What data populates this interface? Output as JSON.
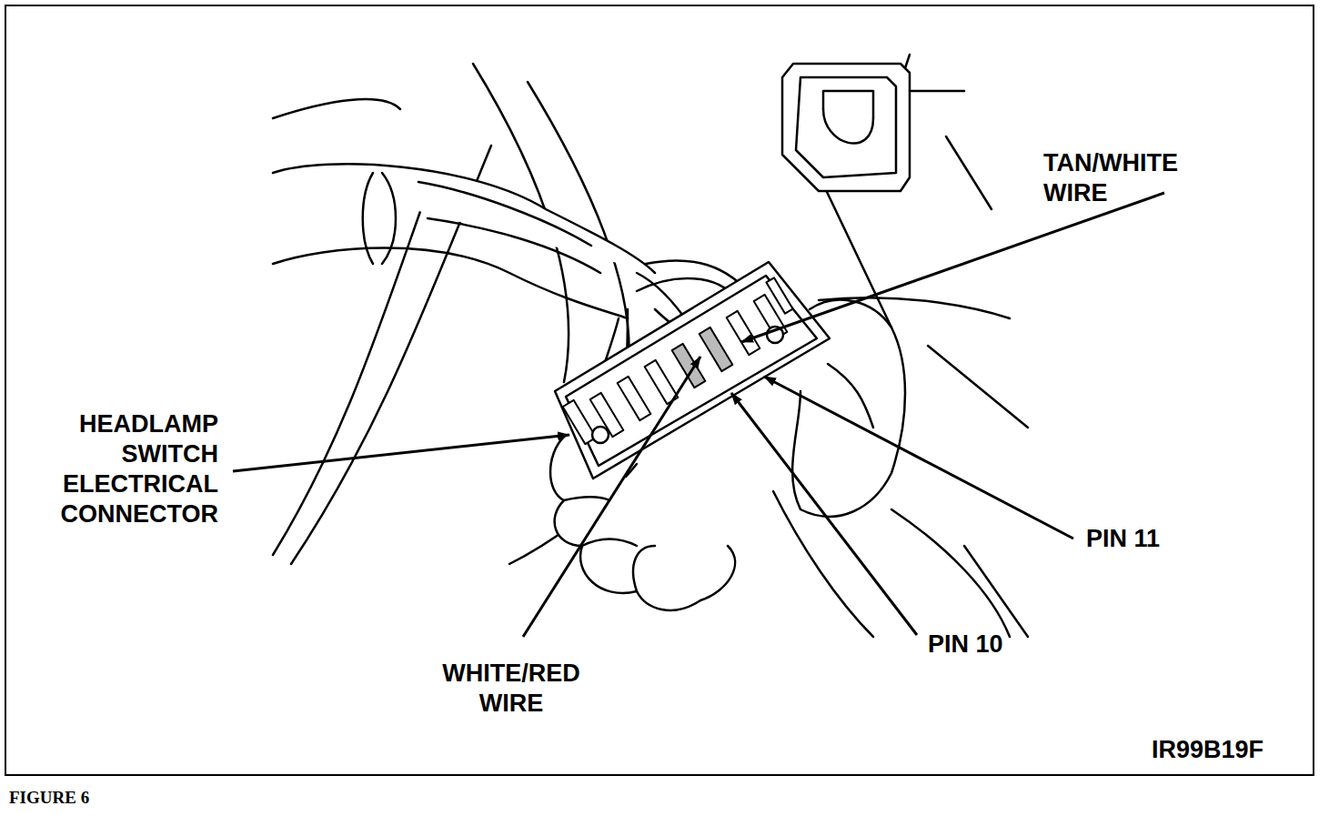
{
  "diagram": {
    "caption": "FIGURE 6",
    "labels": [
      "TAN/WHITE WIRE",
      "HEADLAMP SWITCH ELECTRICAL CONNECTOR",
      "PIN 11",
      "PIN 10",
      "WHITE/RED WIRE",
      "IR99B19F"
    ]
  }
}
